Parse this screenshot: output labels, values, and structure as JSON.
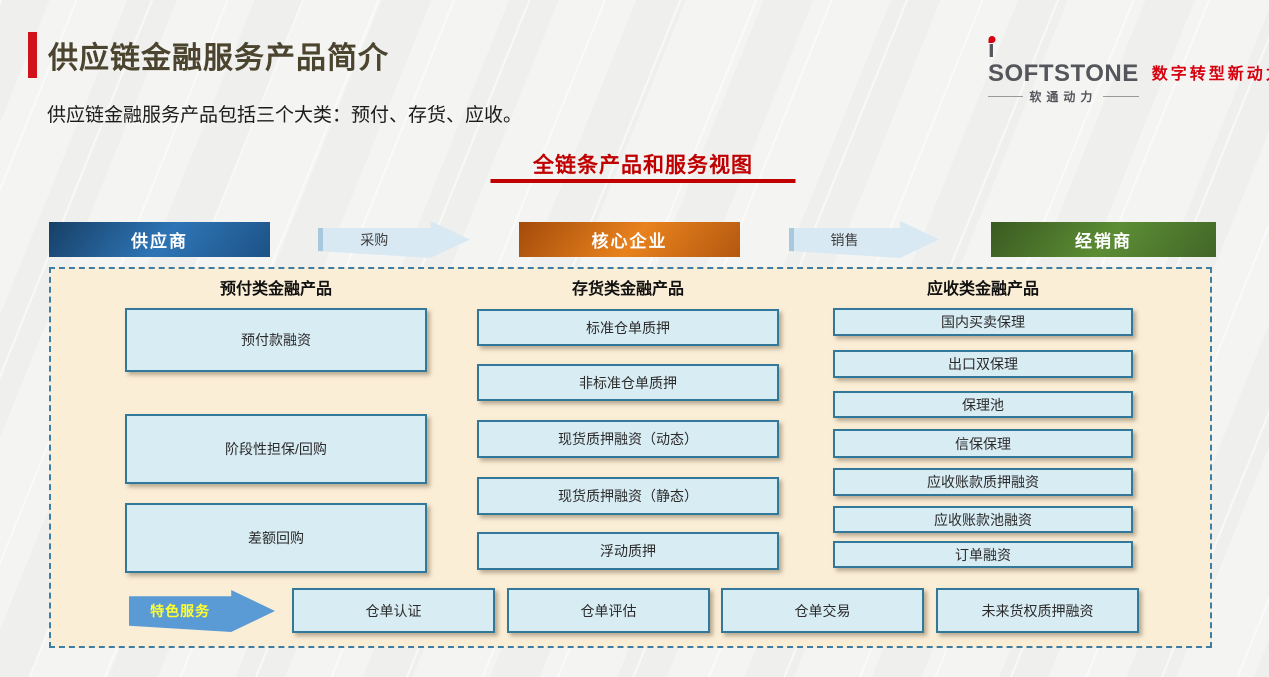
{
  "header": {
    "title": "供应链金融服务产品简介",
    "subtitle": "供应链金融服务产品包括三个大类：预付、存货、应收。",
    "section_title": "全链条产品和服务视图"
  },
  "logo": {
    "brand_i": "i",
    "brand_rest": "SOFTSTONE",
    "brand_cn": "软通动力",
    "slogan": "数字转型新动力"
  },
  "flow": {
    "nodes": [
      {
        "label": "供应商",
        "type": "box",
        "color": "#2e75b6"
      },
      {
        "label": "采购",
        "type": "arrow",
        "color": "#d9e9f3"
      },
      {
        "label": "核心企业",
        "type": "box",
        "color": "#e8821e"
      },
      {
        "label": "销售",
        "type": "arrow",
        "color": "#d9e9f3"
      },
      {
        "label": "经销商",
        "type": "box",
        "color": "#5c8d34"
      }
    ]
  },
  "panel": {
    "columns": [
      {
        "header": "预付类金融产品",
        "items": [
          "预付款融资",
          "阶段性担保/回购",
          "差额回购"
        ]
      },
      {
        "header": "存货类金融产品",
        "items": [
          "标准仓单质押",
          "非标准仓单质押",
          "现货质押融资（动态）",
          "现货质押融资（静态）",
          "浮动质押"
        ]
      },
      {
        "header": "应收类金融产品",
        "items": [
          "国内买卖保理",
          "出口双保理",
          "保理池",
          "信保保理",
          "应收账款质押融资",
          "应收账款池融资",
          "订单融资"
        ]
      }
    ],
    "special": {
      "label": "特色服务",
      "items": [
        "仓单认证",
        "仓单评估",
        "仓单交易",
        "未来货权质押融资"
      ]
    }
  },
  "colors": {
    "accent_red": "#d0121b",
    "section_red": "#c00000",
    "logo_red": "#d7000f",
    "title_text": "#4b442f",
    "panel_bg": "#fbeed6",
    "panel_border": "#3f7ea4",
    "box_fill": "#d8ecf4",
    "box_border": "#31789b",
    "special_arrow": "#5b9bd5",
    "special_label": "#ffff2e"
  }
}
